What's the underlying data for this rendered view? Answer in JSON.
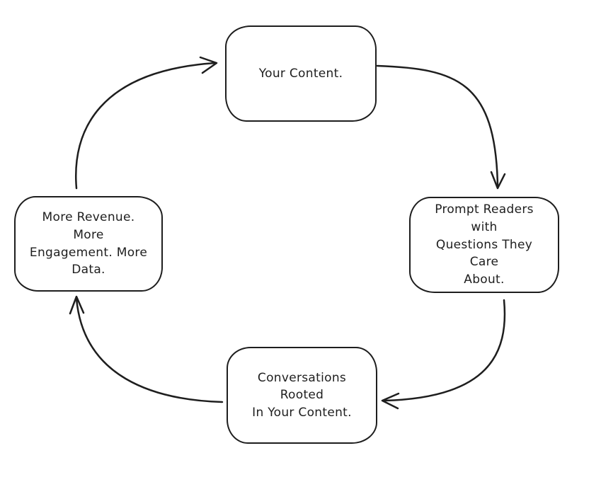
{
  "diagram": {
    "style": "hand-drawn cycle diagram",
    "background_color": "#ffffff",
    "stroke_color": "#1e1e1e",
    "nodes": [
      {
        "id": "top",
        "label": "Your Content."
      },
      {
        "id": "right",
        "label": "Prompt Readers with\nQuestions They Care\nAbout."
      },
      {
        "id": "bottom",
        "label": "Conversations Rooted\nIn Your Content."
      },
      {
        "id": "left",
        "label": "More Revenue. More\nEngagement. More\nData."
      }
    ],
    "edges": [
      {
        "from": "left",
        "to": "top",
        "arrowhead": "points right into top node"
      },
      {
        "from": "top",
        "to": "right",
        "arrowhead": "points down into right node"
      },
      {
        "from": "right",
        "to": "bottom",
        "arrowhead": "points left into bottom node"
      },
      {
        "from": "bottom",
        "to": "left",
        "arrowhead": "points up into left node"
      }
    ]
  }
}
